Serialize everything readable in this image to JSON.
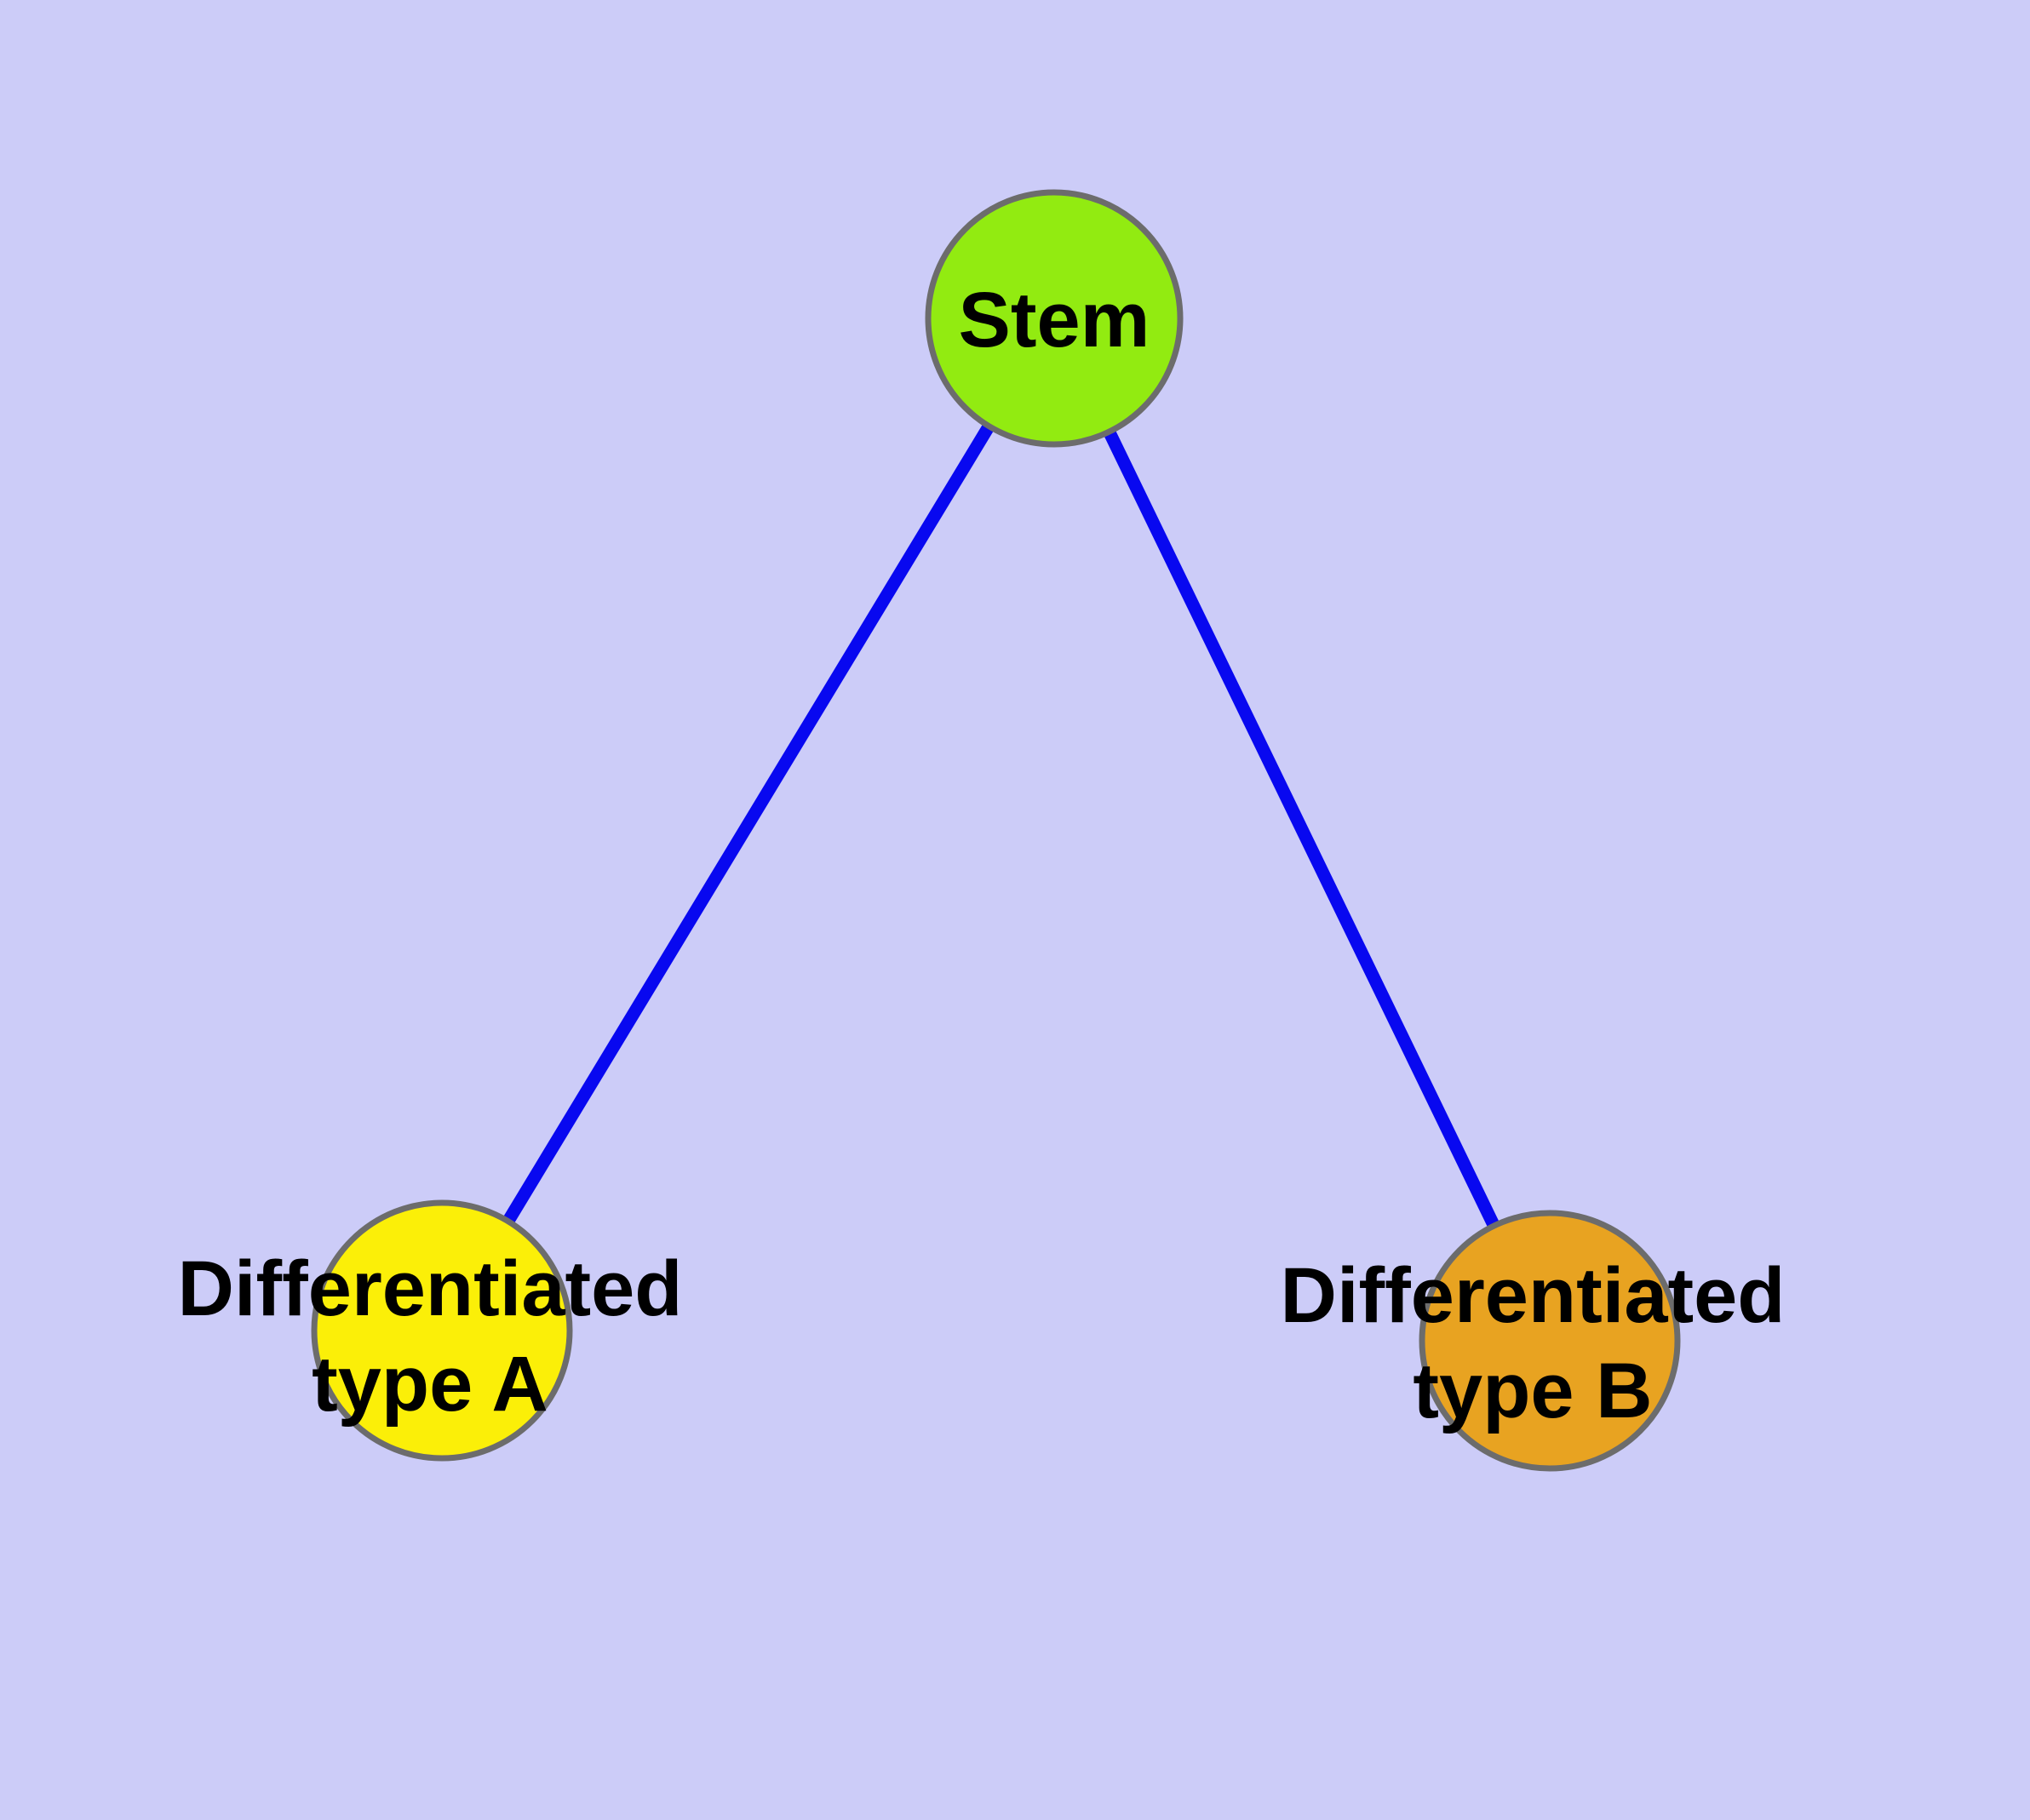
{
  "diagram": {
    "background_color": "#CCCCF8",
    "edge_color": "#0808F0",
    "node_border_color": "#6C6C6C",
    "text_color": "#000000",
    "nodes": [
      {
        "id": "stem",
        "label": "Stem",
        "fill": "#92EB11"
      },
      {
        "id": "differentiated-type-a",
        "label": "Differentiated\ntype A",
        "fill": "#FBEF08"
      },
      {
        "id": "differentiated-type-b",
        "label": "Differentiated\ntype B",
        "fill": "#E8A321"
      }
    ],
    "edges": [
      {
        "from": "Stem",
        "to": "Differentiated type A"
      },
      {
        "from": "Stem",
        "to": "Differentiated type B"
      }
    ]
  }
}
